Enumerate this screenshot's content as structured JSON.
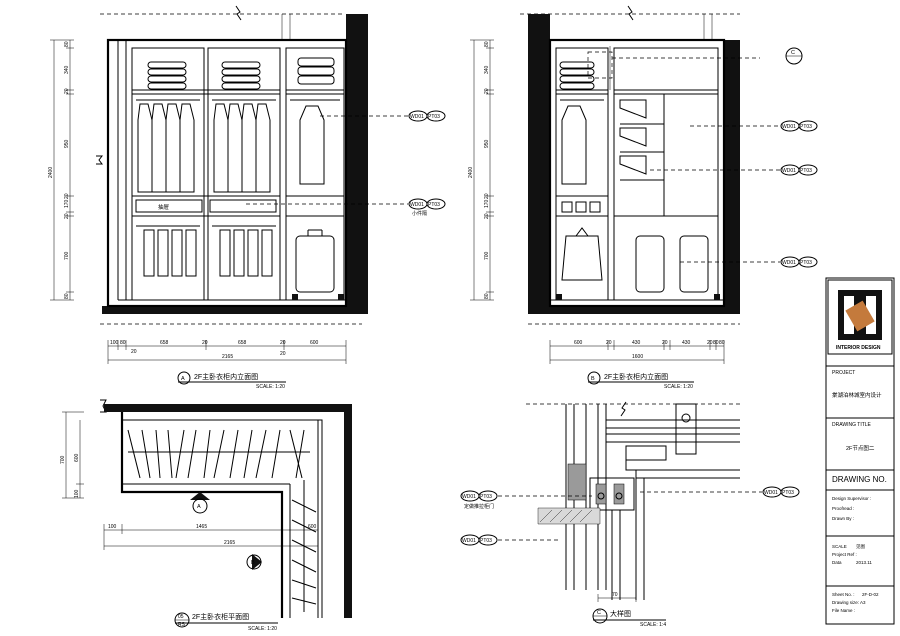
{
  "elev_a": {
    "bubble": "A",
    "title": "2F主卧衣柜内立面图",
    "scale": "SCALE: 1:20",
    "dims_h": [
      "100",
      "80",
      "658",
      "20",
      "658",
      "20",
      "600"
    ],
    "dims_h_sub": [
      "20",
      "20"
    ],
    "total": "2165",
    "dims_v": [
      "80",
      "340",
      "20",
      "950",
      "20",
      "170",
      "20",
      "700",
      "80"
    ],
    "total_v": "2400",
    "drawer_label": "抽屉",
    "tags": [
      {
        "code": "WD01",
        "ref": "PT03"
      },
      {
        "code": "WD01",
        "ref": "PT03",
        "note": "小件隔"
      }
    ]
  },
  "elev_b": {
    "bubble": "B",
    "title": "2F主卧衣柜内立面图",
    "scale": "SCALE: 1:20",
    "dims_h": [
      "600",
      "20",
      "430",
      "20",
      "430",
      "20",
      "80",
      "80"
    ],
    "total": "1600",
    "dims_v": [
      "80",
      "340",
      "20",
      "950",
      "20",
      "170",
      "20",
      "700",
      "80"
    ],
    "total_v": "2400",
    "callout": "C",
    "tags": [
      {
        "code": "WD01",
        "ref": "PT03"
      },
      {
        "code": "WD01",
        "ref": "PT03"
      },
      {
        "code": "WD01",
        "ref": "PT03"
      }
    ]
  },
  "plan": {
    "bubble": "05",
    "bubble_sub": "RS",
    "title": "2F主卧衣柜平面图",
    "scale": "SCALE: 1:20",
    "dims_v": [
      "700",
      "600",
      "100"
    ],
    "dim_1465": "1465",
    "dim_100": "100",
    "dim_600": "600",
    "total": "2165",
    "marker_a": "A",
    "marker_b": "B"
  },
  "detail": {
    "bubble": "C",
    "title": "大样图",
    "scale": "SCALE: 1:4",
    "dim_bottom": "70",
    "tags": [
      {
        "code": "WD01",
        "ref": "PT03",
        "note": "定做推拉柜门"
      },
      {
        "code": "WD01",
        "ref": "PT03"
      },
      {
        "code": "WD01",
        "ref": "PT03"
      }
    ]
  },
  "title_block": {
    "logo_text": "INTERIOR DESIGN",
    "project_label": "PROJECT",
    "project_name": "棠湖泊林城室内设计",
    "drawing_title_label": "DRAWING TITLE",
    "drawing_title": "2F节点图二",
    "drawing_no_label": "DRAWING NO.",
    "design_supervisor": "Design Supervisor :",
    "proofread": "Proofread :",
    "drawn_by": "Drawn By :",
    "scale_label": "SCALE",
    "scale_value": "见图",
    "project_ref": "Project Ref :",
    "date_label": "Data",
    "date_value": "2013.11",
    "sheet_label": "Sheet No. :",
    "sheet_value": "2F-D-02",
    "size_label": "Drawing size: A3",
    "file_label": "File Name :"
  }
}
